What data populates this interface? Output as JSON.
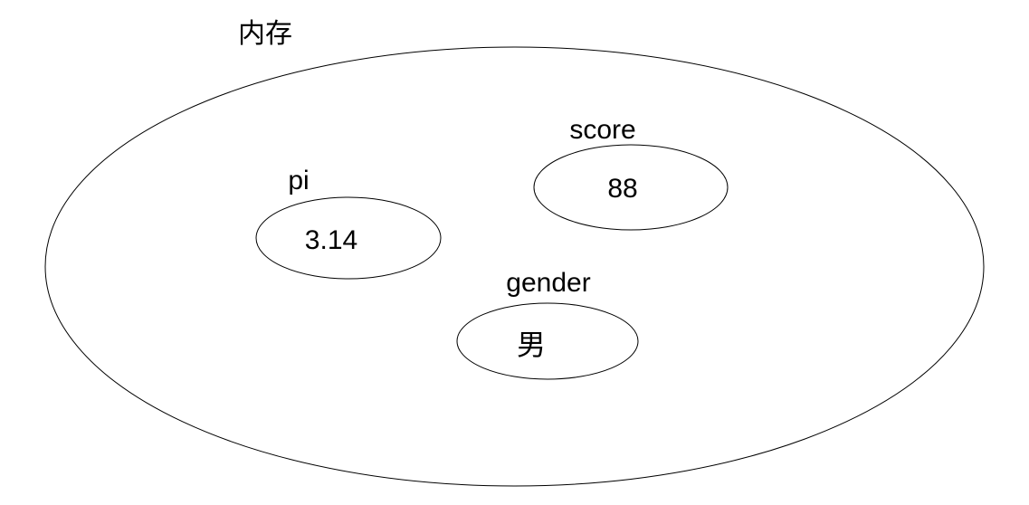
{
  "diagram": {
    "title": "内存",
    "variables": [
      {
        "name": "pi",
        "value": "3.14"
      },
      {
        "name": "score",
        "value": "88"
      },
      {
        "name": "gender",
        "value": "男"
      }
    ],
    "colors": {
      "stroke": "#000000",
      "text": "#000000",
      "background": "#ffffff"
    }
  }
}
